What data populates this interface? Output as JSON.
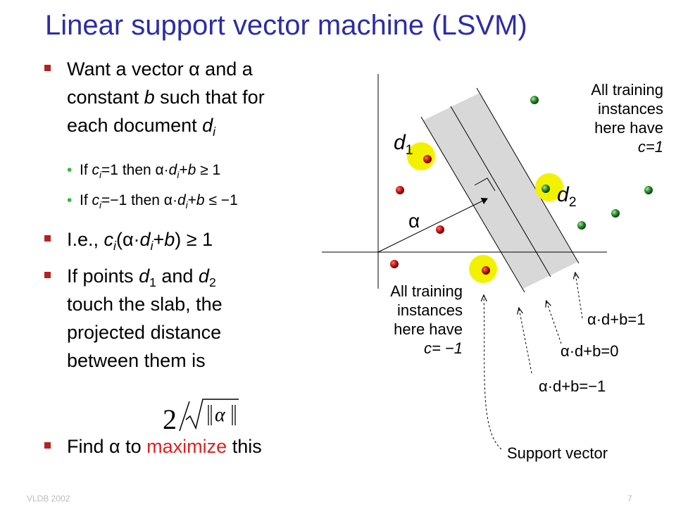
{
  "title": "Linear support vector machine (LSVM)",
  "bullets": {
    "b1": {
      "line1": "Want a vector ",
      "alpha": "α",
      "line1b": " and a",
      "line2": "constant ",
      "b": "b",
      "line2b": " such that for",
      "line3": "each document ",
      "d": "d",
      "i": "i"
    },
    "sub1": {
      "a": "If ",
      "c": "c",
      "i": "i",
      "b": "=1 then ",
      "expr": "α·",
      "d": "d",
      "i2": "i",
      "c2": "+",
      "bb": "b",
      "tail": " ≥ 1"
    },
    "sub2": {
      "a": "If ",
      "c": "c",
      "i": "i",
      "b": "=−1 then ",
      "expr": "α·",
      "d": "d",
      "i2": "i",
      "c2": "+",
      "bb": "b",
      "tail": " ≤ −1"
    },
    "b2": {
      "a": "I.e., ",
      "c": "c",
      "i": "i",
      "b": "(",
      "alpha": "α·",
      "d": "d",
      "i2": "i",
      "plus": "+",
      "bb": "b",
      "tail": ") ≥ 1"
    },
    "b3": {
      "l1a": "If points ",
      "d1": "d",
      "s1": "1",
      "l1b": " and ",
      "d2": "d",
      "s2": "2",
      "l2": "touch the slab, the",
      "l3": "projected distance",
      "l4": "between them is"
    },
    "b4": {
      "a": "Find ",
      "alpha": "α",
      "b": " to ",
      "maximize": "maximize",
      "c": " this"
    }
  },
  "formula": {
    "two": "2",
    "alpha": "α"
  },
  "diagram": {
    "pos_label": [
      "All training",
      "instances",
      "here have",
      "c=1"
    ],
    "neg_label": [
      "All training",
      "instances",
      "here have",
      "c= −1"
    ],
    "d1_label": "d",
    "d1_sub": "1",
    "d2_label": "d",
    "d2_sub": "2",
    "alpha_label": "α",
    "line_plus": "α·d+b=1",
    "line_zero": "α·d+b=0",
    "line_minus": "α·d+b=−1",
    "support_vector": "Support vector",
    "colors": {
      "slab": "#d8d8d8",
      "red_point": "#c81818",
      "green_point": "#2a8a2a",
      "highlight": "#f2f200"
    }
  },
  "footer": {
    "left": "VLDB 2002",
    "right": "7"
  }
}
